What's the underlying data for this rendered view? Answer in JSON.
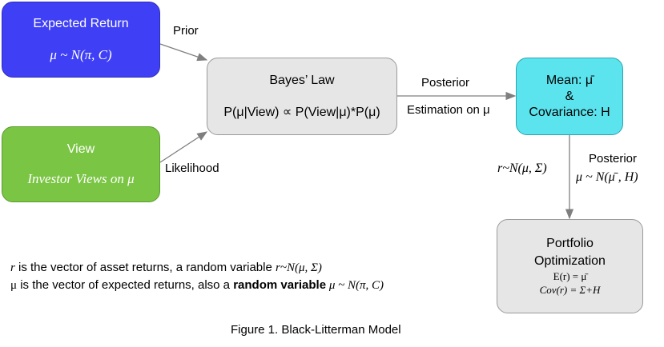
{
  "boxes": {
    "expected_return": {
      "title": "Expected Return",
      "formula": "μ ~ N(π, C)",
      "color": "#3f3ff5"
    },
    "view": {
      "title": "View",
      "formula": "Investor Views on μ",
      "color": "#7bc545"
    },
    "bayes": {
      "title": "Bayes’ Law",
      "formula": "P(μ|View) ∝ P(View|μ)*P(μ)",
      "color": "#e6e6e6"
    },
    "mean_cov": {
      "line1": "Mean: μ̄",
      "line2": "&",
      "line3": "Covariance: H",
      "color": "#5be3ee"
    },
    "portfolio": {
      "line1": "Portfolio",
      "line2": "Optimization",
      "line3": "E(r) = μ̄",
      "line4": "Cov(r) = Σ+H",
      "color": "#e6e6e6"
    }
  },
  "edge_labels": {
    "prior": "Prior",
    "likelihood": "Likelihood",
    "posterior": "Posterior",
    "estimation": "Estimation on μ",
    "r_dist": "r~N(μ, Σ)",
    "posterior2": "Posterior",
    "posterior_formula": "μ ~ N(μ̄  , H)"
  },
  "notes": {
    "line1_prefix": "r",
    "line1_text": " is the vector of asset returns, a random variable ",
    "line1_math": "r~N(μ, Σ)",
    "line2_prefix": "μ",
    "line2_text": " is the vector of expected returns, also a ",
    "line2_bold": "random variable",
    "line2_math": " μ ~ N(π, C)"
  },
  "caption": "Figure 1. Black-Litterman Model"
}
